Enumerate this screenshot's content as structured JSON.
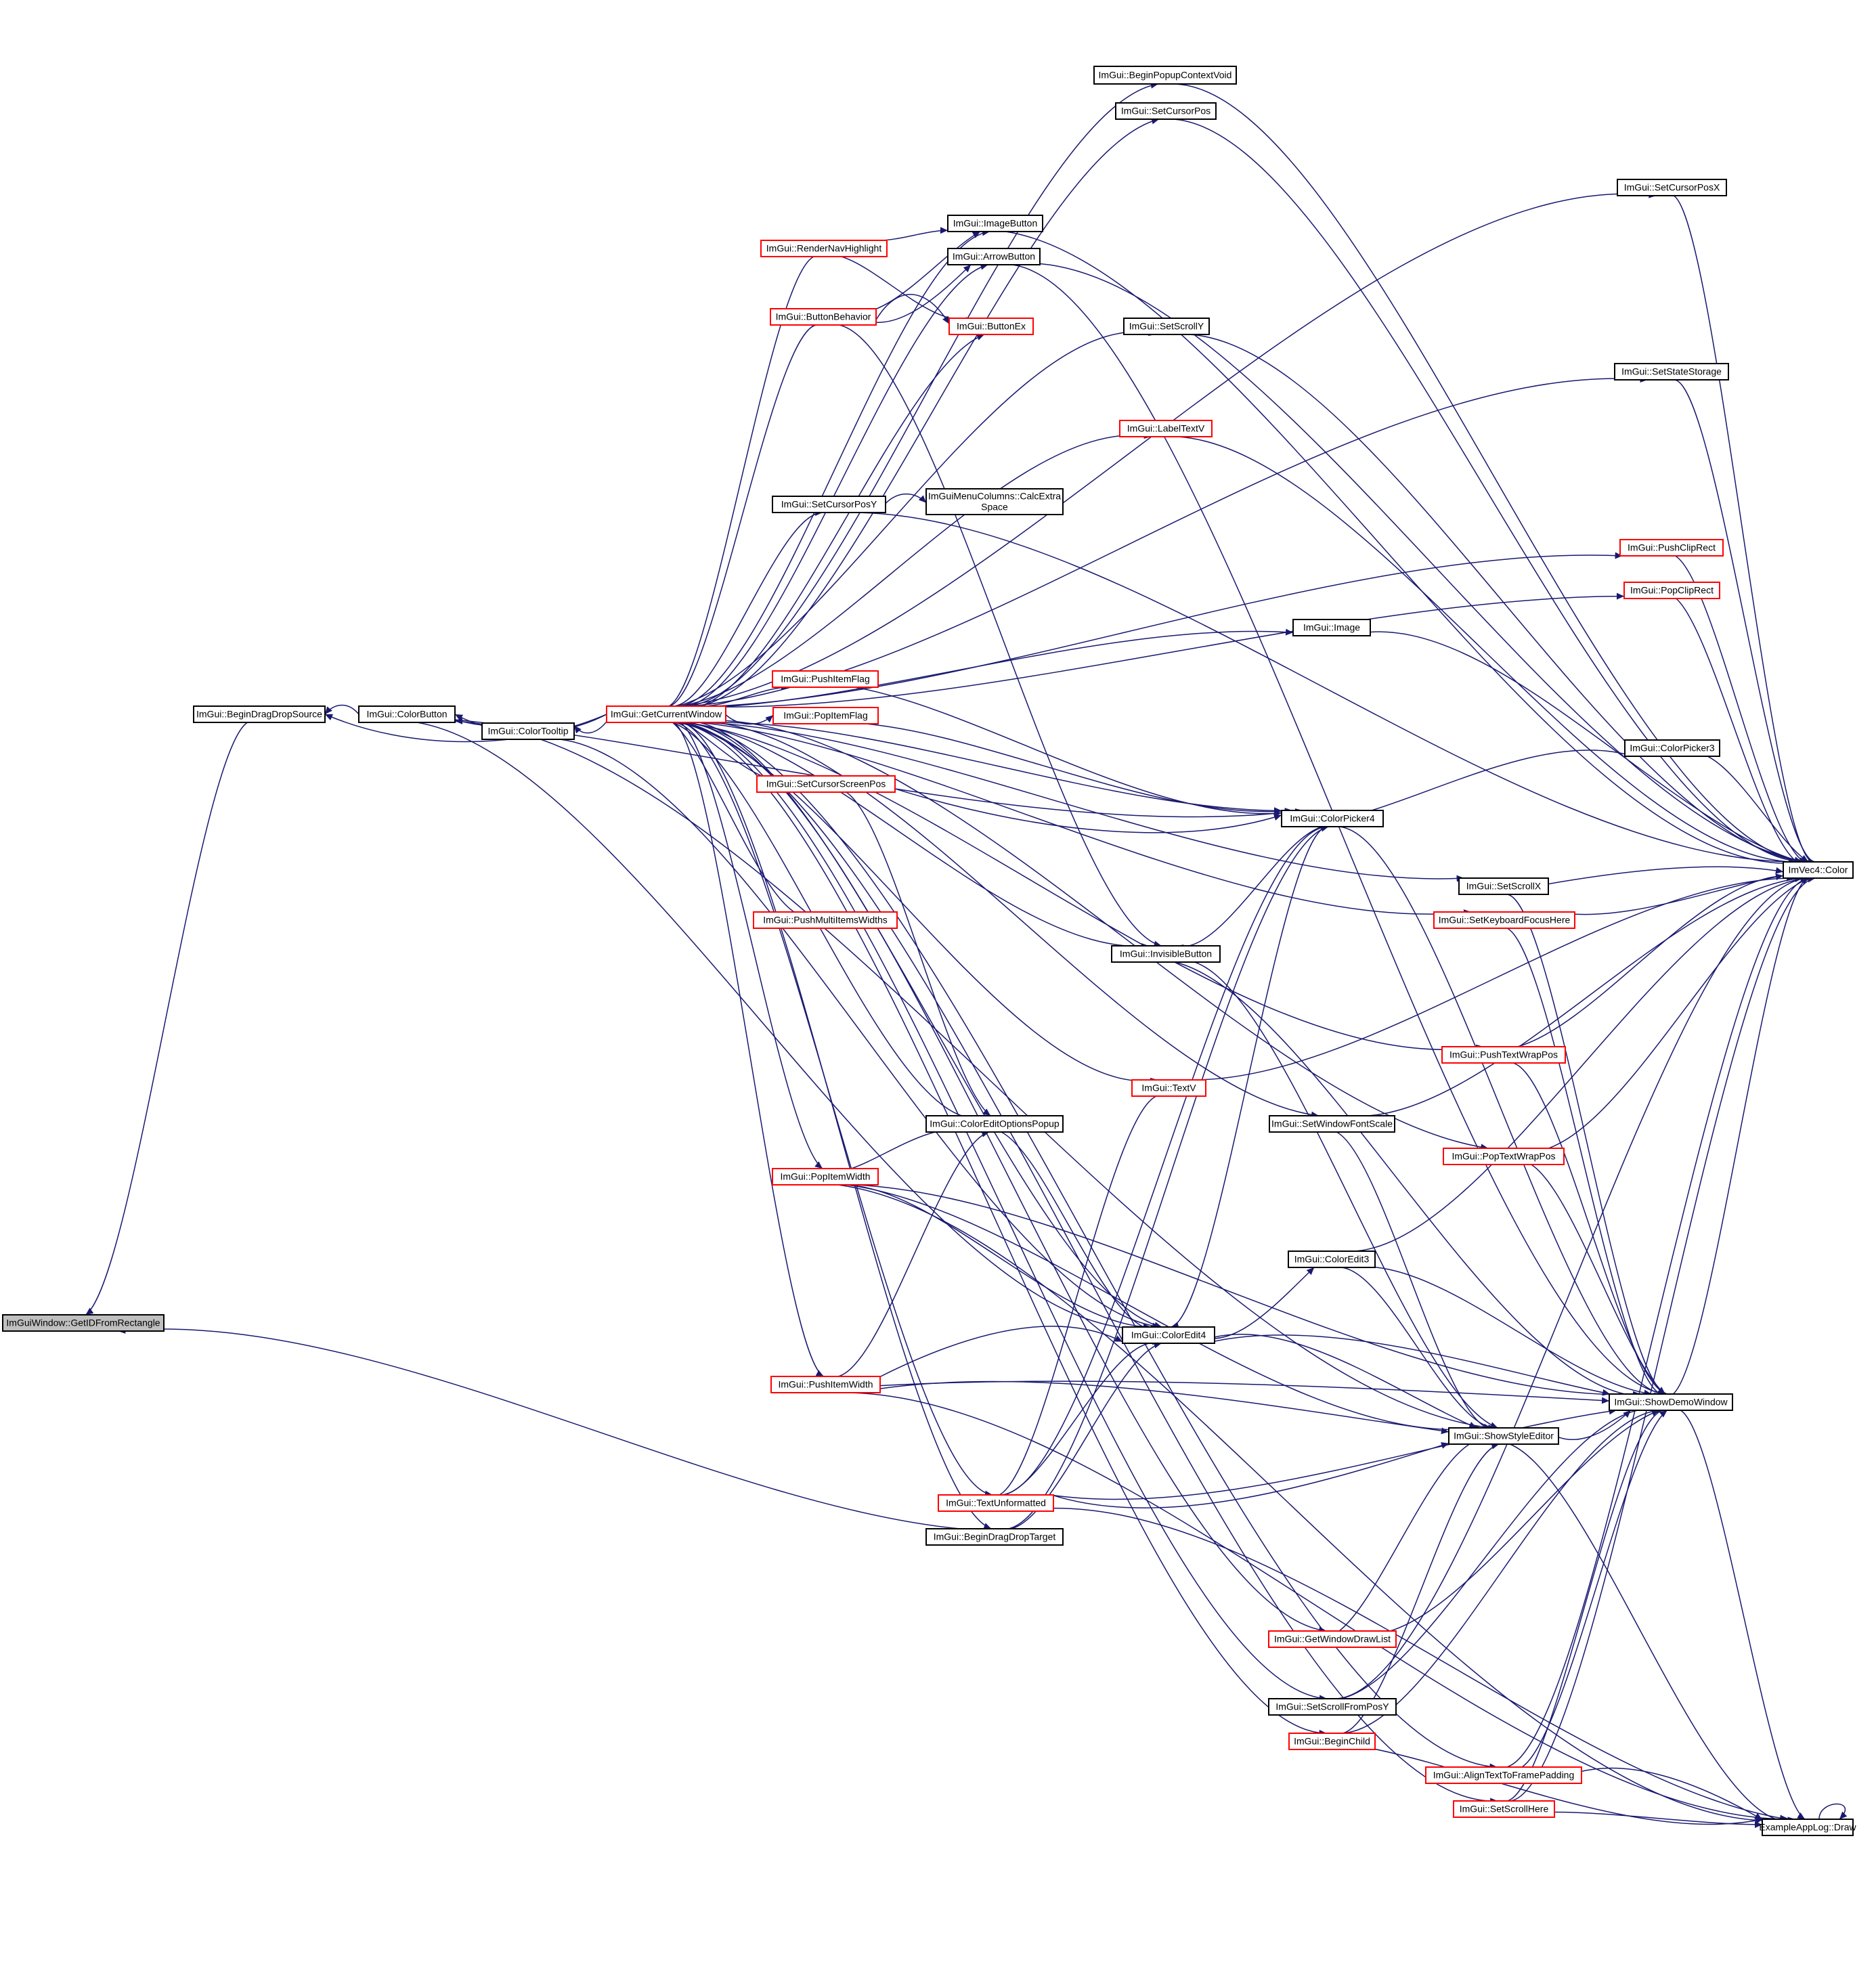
{
  "colors": {
    "edge": "#191970",
    "node_border_black": "#000000",
    "node_border_red": "#ff0000",
    "highlight_fill": "#bfbfbf",
    "background": "#ffffff"
  },
  "nodes": [
    {
      "id": "getidfromrect",
      "label": "ImGuiWindow::GetIDFromRectangle",
      "highlight": true
    },
    {
      "id": "begindragdropsource",
      "label": "ImGui::BeginDragDropSource"
    },
    {
      "id": "colorbutton",
      "label": "ImGui::ColorButton"
    },
    {
      "id": "colortooltip",
      "label": "ImGui::ColorTooltip"
    },
    {
      "id": "getcurrentwindow",
      "label": "ImGui::GetCurrentWindow",
      "red": true
    },
    {
      "id": "beginpopupcontextvoid",
      "label": "ImGui::BeginPopupContextVoid"
    },
    {
      "id": "setcursorpos",
      "label": "ImGui::SetCursorPos"
    },
    {
      "id": "setcursorposx",
      "label": "ImGui::SetCursorPosX"
    },
    {
      "id": "imagebutton",
      "label": "ImGui::ImageButton"
    },
    {
      "id": "rendernavhighlight",
      "label": "ImGui::RenderNavHighlight",
      "red": true
    },
    {
      "id": "arrowbutton",
      "label": "ImGui::ArrowButton"
    },
    {
      "id": "buttonbehavior",
      "label": "ImGui::ButtonBehavior",
      "red": true
    },
    {
      "id": "buttonex",
      "label": "ImGui::ButtonEx",
      "red": true
    },
    {
      "id": "setscrolly",
      "label": "ImGui::SetScrollY"
    },
    {
      "id": "setstatestorage",
      "label": "ImGui::SetStateStorage"
    },
    {
      "id": "labeltextv",
      "label": "ImGui::LabelTextV",
      "red": true
    },
    {
      "id": "setcursorposy",
      "label": "ImGui::SetCursorPosY"
    },
    {
      "id": "menucolumns",
      "label": "ImGuiMenuColumns::CalcExtra",
      "label2": "Space"
    },
    {
      "id": "pushcliprect",
      "label": "ImGui::PushClipRect",
      "red": true
    },
    {
      "id": "popcliprect",
      "label": "ImGui::PopClipRect",
      "red": true
    },
    {
      "id": "image",
      "label": "ImGui::Image"
    },
    {
      "id": "pushitemflag",
      "label": "ImGui::PushItemFlag",
      "red": true
    },
    {
      "id": "popitemflag",
      "label": "ImGui::PopItemFlag",
      "red": true
    },
    {
      "id": "colorpicker3",
      "label": "ImGui::ColorPicker3"
    },
    {
      "id": "setcursorscreenpos",
      "label": "ImGui::SetCursorScreenPos",
      "red": true
    },
    {
      "id": "colorpicker4",
      "label": "ImGui::ColorPicker4"
    },
    {
      "id": "imvec4color",
      "label": "ImVec4::Color"
    },
    {
      "id": "setscrollx",
      "label": "ImGui::SetScrollX"
    },
    {
      "id": "pushmultiitemswidths",
      "label": "ImGui::PushMultiItemsWidths",
      "red": true
    },
    {
      "id": "setkeyboardfocushere",
      "label": "ImGui::SetKeyboardFocusHere",
      "red": true
    },
    {
      "id": "invisiblebutton",
      "label": "ImGui::InvisibleButton"
    },
    {
      "id": "pushtextwrappos",
      "label": "ImGui::PushTextWrapPos",
      "red": true
    },
    {
      "id": "textv",
      "label": "ImGui::TextV",
      "red": true
    },
    {
      "id": "coloreditoptionspopup",
      "label": "ImGui::ColorEditOptionsPopup"
    },
    {
      "id": "setwindowfontscale",
      "label": "ImGui::SetWindowFontScale"
    },
    {
      "id": "popitemwidth",
      "label": "ImGui::PopItemWidth",
      "red": true
    },
    {
      "id": "poptextwrappos",
      "label": "ImGui::PopTextWrapPos",
      "red": true
    },
    {
      "id": "coloredit3",
      "label": "ImGui::ColorEdit3"
    },
    {
      "id": "coloredit4",
      "label": "ImGui::ColorEdit4"
    },
    {
      "id": "pushitemwidth",
      "label": "ImGui::PushItemWidth",
      "red": true
    },
    {
      "id": "showdemowindow",
      "label": "ImGui::ShowDemoWindow"
    },
    {
      "id": "showstyleeditor",
      "label": "ImGui::ShowStyleEditor"
    },
    {
      "id": "textunformatted",
      "label": "ImGui::TextUnformatted",
      "red": true
    },
    {
      "id": "begindragdroptarget",
      "label": "ImGui::BeginDragDropTarget"
    },
    {
      "id": "getwindowdrawlist",
      "label": "ImGui::GetWindowDrawList",
      "red": true
    },
    {
      "id": "setscrollfromposy",
      "label": "ImGui::SetScrollFromPosY"
    },
    {
      "id": "beginchild",
      "label": "ImGui::BeginChild",
      "red": true
    },
    {
      "id": "aligntexttoframepadding",
      "label": "ImGui::AlignTextToFramePadding",
      "red": true
    },
    {
      "id": "setscrollhere",
      "label": "ImGui::SetScrollHere",
      "red": true
    },
    {
      "id": "exampleapplogdraw",
      "label": "ExampleAppLog::Draw"
    }
  ],
  "edges": [
    [
      "begindragdropsource",
      "getidfromrect"
    ],
    [
      "begindragdroptarget",
      "getidfromrect"
    ],
    [
      "colorbutton",
      "begindragdropsource"
    ],
    [
      "colortooltip",
      "colorbutton"
    ],
    [
      "getcurrentwindow",
      "colortooltip"
    ],
    [
      "getcurrentwindow",
      "colorbutton"
    ],
    [
      "getcurrentwindow",
      "begindragdropsource"
    ],
    [
      "getcurrentwindow",
      "begindragdroptarget"
    ],
    [
      "getcurrentwindow",
      "rendernavhighlight"
    ],
    [
      "getcurrentwindow",
      "buttonbehavior"
    ],
    [
      "getcurrentwindow",
      "pushitemflag"
    ],
    [
      "getcurrentwindow",
      "popitemflag"
    ],
    [
      "getcurrentwindow",
      "setcursorscreenpos"
    ],
    [
      "getcurrentwindow",
      "pushmultiitemswidths"
    ],
    [
      "getcurrentwindow",
      "popitemwidth"
    ],
    [
      "getcurrentwindow",
      "pushitemwidth"
    ],
    [
      "getcurrentwindow",
      "textunformatted"
    ],
    [
      "getcurrentwindow",
      "setcursorposy"
    ],
    [
      "getcurrentwindow",
      "imagebutton"
    ],
    [
      "getcurrentwindow",
      "arrowbutton"
    ],
    [
      "getcurrentwindow",
      "buttonex"
    ],
    [
      "getcurrentwindow",
      "setscrolly"
    ],
    [
      "getcurrentwindow",
      "labeltextv"
    ],
    [
      "getcurrentwindow",
      "image"
    ],
    [
      "getcurrentwindow",
      "colorpicker4"
    ],
    [
      "getcurrentwindow",
      "invisiblebutton"
    ],
    [
      "getcurrentwindow",
      "textv"
    ],
    [
      "getcurrentwindow",
      "coloreditoptionspopup"
    ],
    [
      "getcurrentwindow",
      "coloredit4"
    ],
    [
      "getcurrentwindow",
      "getwindowdrawlist"
    ],
    [
      "getcurrentwindow",
      "setscrollfromposy"
    ],
    [
      "getcurrentwindow",
      "beginchild"
    ],
    [
      "getcurrentwindow",
      "setscrollhere"
    ],
    [
      "getcurrentwindow",
      "beginpopupcontextvoid"
    ],
    [
      "getcurrentwindow",
      "setcursorpos"
    ],
    [
      "getcurrentwindow",
      "setcursorposx"
    ],
    [
      "getcurrentwindow",
      "setstatestorage"
    ],
    [
      "getcurrentwindow",
      "pushcliprect"
    ],
    [
      "getcurrentwindow",
      "popcliprect"
    ],
    [
      "getcurrentwindow",
      "setscrollx"
    ],
    [
      "getcurrentwindow",
      "setkeyboardfocushere"
    ],
    [
      "getcurrentwindow",
      "pushtextwrappos"
    ],
    [
      "getcurrentwindow",
      "poptextwrappos"
    ],
    [
      "getcurrentwindow",
      "setwindowfontscale"
    ],
    [
      "getcurrentwindow",
      "aligntexttoframepadding"
    ],
    [
      "rendernavhighlight",
      "imagebutton"
    ],
    [
      "rendernavhighlight",
      "buttonex"
    ],
    [
      "buttonbehavior",
      "imagebutton"
    ],
    [
      "buttonbehavior",
      "arrowbutton"
    ],
    [
      "buttonbehavior",
      "buttonex"
    ],
    [
      "buttonbehavior",
      "invisiblebutton"
    ],
    [
      "setcursorposy",
      "menucolumns"
    ],
    [
      "setcursorposy",
      "imvec4color"
    ],
    [
      "popitemflag",
      "colorpicker4"
    ],
    [
      "pushitemflag",
      "colorpicker4"
    ],
    [
      "setcursorscreenpos",
      "colorpicker4"
    ],
    [
      "setcursorscreenpos",
      "coloreditoptionspopup"
    ],
    [
      "colorpicker4",
      "colorpicker3"
    ],
    [
      "colorpicker4",
      "coloredit4"
    ],
    [
      "colorpicker4",
      "showdemowindow"
    ],
    [
      "colorpicker4",
      "invisiblebutton"
    ],
    [
      "colorbutton",
      "colorpicker4"
    ],
    [
      "colorbutton",
      "coloredit4"
    ],
    [
      "colorbutton",
      "showstyleeditor"
    ],
    [
      "colortooltip",
      "coloredit4"
    ],
    [
      "popitemwidth",
      "coloreditoptionspopup"
    ],
    [
      "popitemwidth",
      "coloredit4"
    ],
    [
      "popitemwidth",
      "showdemowindow"
    ],
    [
      "popitemwidth",
      "showstyleeditor"
    ],
    [
      "popitemwidth",
      "exampleapplogdraw"
    ],
    [
      "pushitemwidth",
      "coloredit4"
    ],
    [
      "pushitemwidth",
      "showstyleeditor"
    ],
    [
      "pushitemwidth",
      "showdemowindow"
    ],
    [
      "pushitemwidth",
      "exampleapplogdraw"
    ],
    [
      "pushitemwidth",
      "coloreditoptionspopup"
    ],
    [
      "coloreditoptionspopup",
      "coloredit4"
    ],
    [
      "coloredit4",
      "coloredit3"
    ],
    [
      "coloredit4",
      "showstyleeditor"
    ],
    [
      "coloredit4",
      "showdemowindow"
    ],
    [
      "coloredit3",
      "showdemowindow"
    ],
    [
      "coloredit3",
      "showstyleeditor"
    ],
    [
      "coloredit3",
      "imvec4color"
    ],
    [
      "textunformatted",
      "showdemowindow"
    ],
    [
      "textunformatted",
      "showstyleeditor"
    ],
    [
      "textunformatted",
      "exampleapplogdraw"
    ],
    [
      "textunformatted",
      "textv"
    ],
    [
      "textunformatted",
      "coloredit4"
    ],
    [
      "textunformatted",
      "colorpicker4"
    ],
    [
      "begindragdroptarget",
      "coloredit4"
    ],
    [
      "begindragdroptarget",
      "colorpicker4"
    ],
    [
      "getwindowdrawlist",
      "showdemowindow"
    ],
    [
      "getwindowdrawlist",
      "showstyleeditor"
    ],
    [
      "setscrollfromposy",
      "showdemowindow"
    ],
    [
      "setscrollfromposy",
      "imvec4color"
    ],
    [
      "beginchild",
      "showdemowindow"
    ],
    [
      "beginchild",
      "showstyleeditor"
    ],
    [
      "beginchild",
      "exampleapplogdraw"
    ],
    [
      "aligntexttoframepadding",
      "showdemowindow"
    ],
    [
      "aligntexttoframepadding",
      "exampleapplogdraw"
    ],
    [
      "aligntexttoframepadding",
      "imvec4color"
    ],
    [
      "setscrollhere",
      "showdemowindow"
    ],
    [
      "setscrollhere",
      "exampleapplogdraw"
    ],
    [
      "setscrollhere",
      "imvec4color"
    ],
    [
      "showstyleeditor",
      "showdemowindow"
    ],
    [
      "showstyleeditor",
      "exampleapplogdraw"
    ],
    [
      "showdemowindow",
      "imvec4color"
    ],
    [
      "showdemowindow",
      "exampleapplogdraw"
    ],
    [
      "exampleapplogdraw",
      "exampleapplogdraw"
    ],
    [
      "beginpopupcontextvoid",
      "imvec4color"
    ],
    [
      "setcursorpos",
      "imvec4color"
    ],
    [
      "setcursorposx",
      "imvec4color"
    ],
    [
      "imagebutton",
      "imvec4color"
    ],
    [
      "arrowbutton",
      "imvec4color"
    ],
    [
      "arrowbutton",
      "showdemowindow"
    ],
    [
      "setscrolly",
      "imvec4color"
    ],
    [
      "setstatestorage",
      "imvec4color"
    ],
    [
      "labeltextv",
      "imvec4color"
    ],
    [
      "pushcliprect",
      "imvec4color"
    ],
    [
      "popcliprect",
      "imvec4color"
    ],
    [
      "image",
      "imvec4color"
    ],
    [
      "colorpicker3",
      "imvec4color"
    ],
    [
      "setscrollx",
      "imvec4color"
    ],
    [
      "setscrollx",
      "showdemowindow"
    ],
    [
      "setkeyboardfocushere",
      "imvec4color"
    ],
    [
      "setkeyboardfocushere",
      "showdemowindow"
    ],
    [
      "invisiblebutton",
      "showdemowindow"
    ],
    [
      "invisiblebutton",
      "showstyleeditor"
    ],
    [
      "pushtextwrappos",
      "imvec4color"
    ],
    [
      "pushtextwrappos",
      "showdemowindow"
    ],
    [
      "textv",
      "imvec4color"
    ],
    [
      "setwindowfontscale",
      "imvec4color"
    ],
    [
      "setwindowfontscale",
      "showstyleeditor"
    ],
    [
      "poptextwrappos",
      "imvec4color"
    ],
    [
      "poptextwrappos",
      "showdemowindow"
    ]
  ]
}
